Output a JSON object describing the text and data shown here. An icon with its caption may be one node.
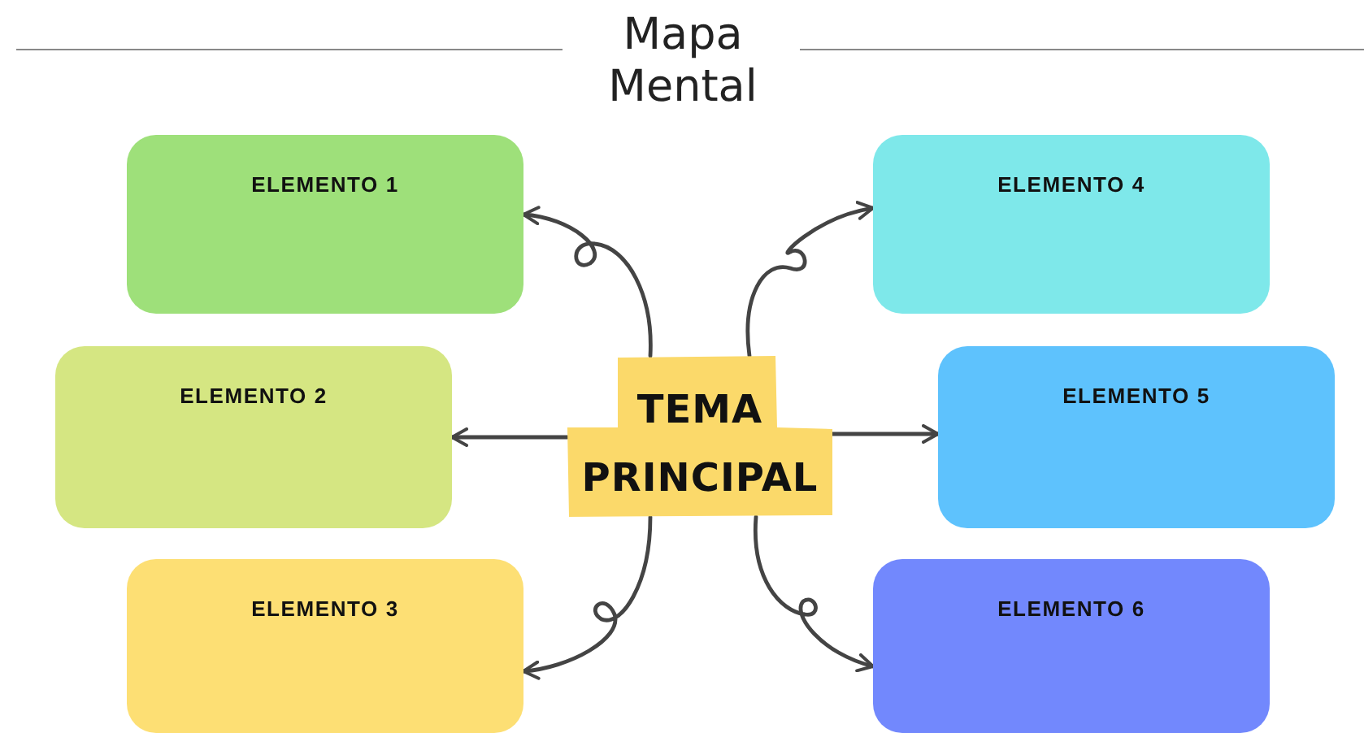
{
  "diagram": {
    "title": "Mapa Mental",
    "nodes": [
      {
        "text": [
          "ELEMENTO 1"
        ]
      },
      {
        "text": [
          "ELEMENTO 4"
        ]
      },
      {
        "text": [
          "ELEMENTO 2"
        ]
      },
      {
        "text": [
          "TEMA PRINCIPAL"
        ]
      },
      {
        "text": [
          "ELEMENTO 5"
        ]
      },
      {
        "text": [
          "ELEMENTO 3"
        ]
      },
      {
        "text": [
          "ELEMENTO 6"
        ]
      }
    ],
    "edges": [
      {
        "from": 3,
        "to": 0,
        "arrow": "to"
      },
      {
        "from": 3,
        "to": 1,
        "arrow": "to"
      },
      {
        "from": 3,
        "to": 2,
        "arrow": "to"
      },
      {
        "from": 3,
        "to": 4,
        "arrow": "to"
      },
      {
        "from": 3,
        "to": 5,
        "arrow": "to"
      },
      {
        "from": 3,
        "to": 6,
        "arrow": "to"
      }
    ]
  }
}
